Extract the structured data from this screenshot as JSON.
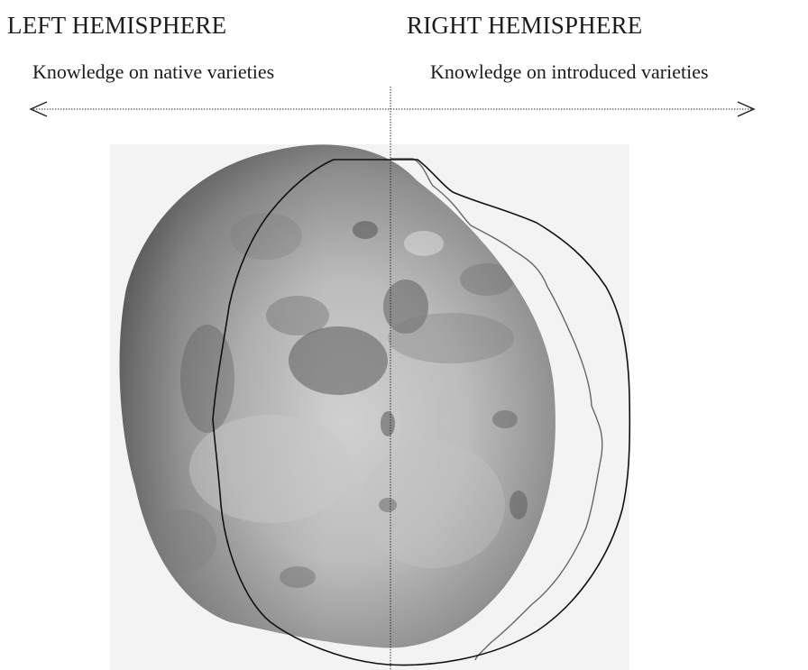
{
  "headings": {
    "left": "LEFT HEMISPHERE",
    "right": "RIGHT HEMISPHERE"
  },
  "axis": {
    "left_label": "Knowledge on native varieties",
    "right_label": "Knowledge on introduced varieties"
  },
  "colors": {
    "background": "#ffffff",
    "panel": "#f3f3f3",
    "text": "#1c1c1c",
    "outline_outer": "#111111",
    "outline_inner": "#666666",
    "tuber_dark": "#5a5a5a",
    "tuber_mid": "#9a9a9a",
    "tuber_light": "#d2d2d2"
  }
}
